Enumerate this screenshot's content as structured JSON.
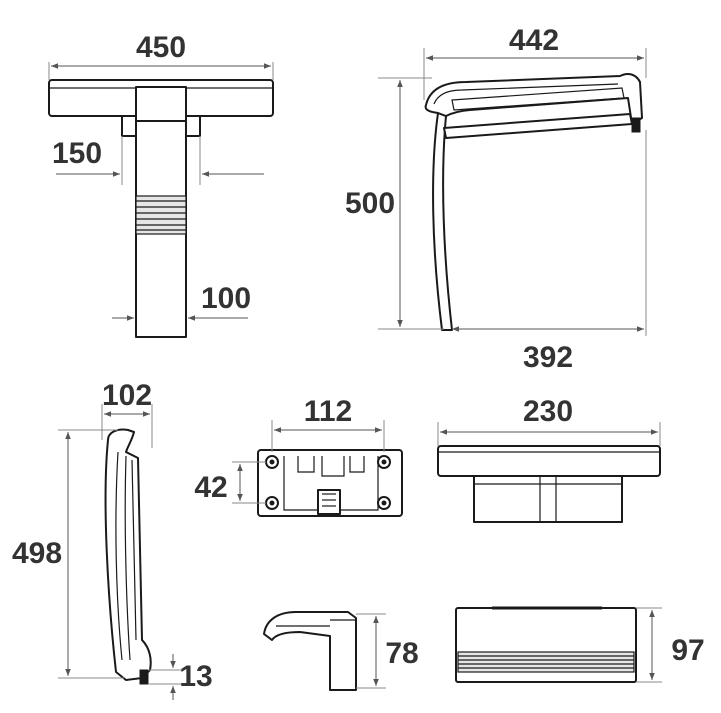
{
  "dimensions": {
    "top_width": "450",
    "stem_width": "150",
    "column_width": "100",
    "side_width": "442",
    "side_height": "500",
    "side_base": "392",
    "folded_depth": "102",
    "folded_height": "498",
    "folded_foot": "13",
    "bracket_width": "112",
    "bracket_height": "42",
    "seat_width": "230",
    "arm_height": "78",
    "box_height": "97"
  },
  "colors": {
    "stroke": "#1a1a1a",
    "dimension": "#333333",
    "background": "#ffffff"
  }
}
